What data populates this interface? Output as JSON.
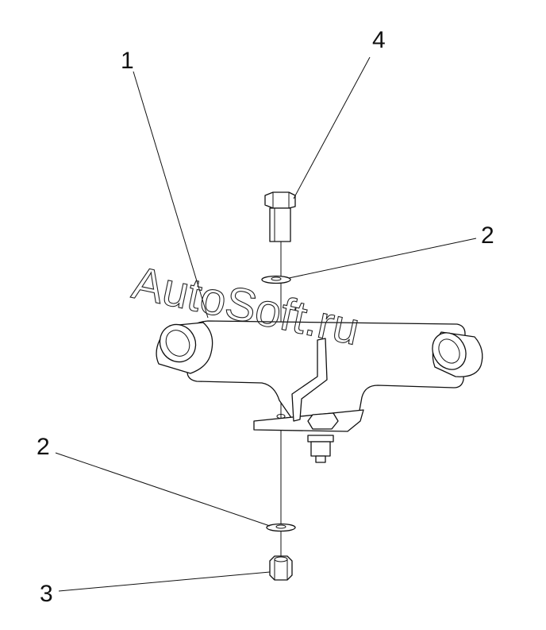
{
  "callouts": {
    "bracket": "1",
    "washer_top": "2",
    "washer_bottom": "2",
    "nut": "3",
    "bolt": "4"
  },
  "watermark": "AutoSoft.ru"
}
